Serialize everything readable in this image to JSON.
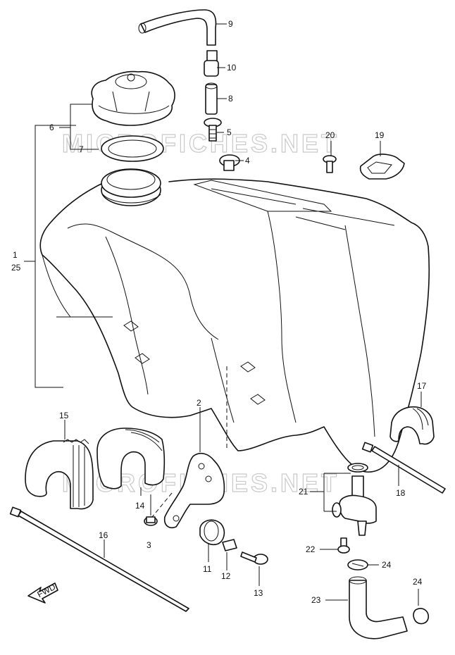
{
  "watermark": "MICROFICHES.NET",
  "fwd_label": "FWD",
  "callouts": {
    "c1": "1",
    "c25": "25",
    "c2": "2",
    "c3": "3",
    "c4": "4",
    "c5": "5",
    "c6": "6",
    "c7": "7",
    "c8": "8",
    "c9": "9",
    "c10": "10",
    "c11": "11",
    "c12": "12",
    "c13": "13",
    "c14": "14",
    "c15": "15",
    "c16": "16",
    "c17": "17",
    "c18": "18",
    "c19": "19",
    "c20": "20",
    "c21": "21",
    "c22": "22",
    "c23": "23",
    "c24a": "24",
    "c24b": "24"
  }
}
